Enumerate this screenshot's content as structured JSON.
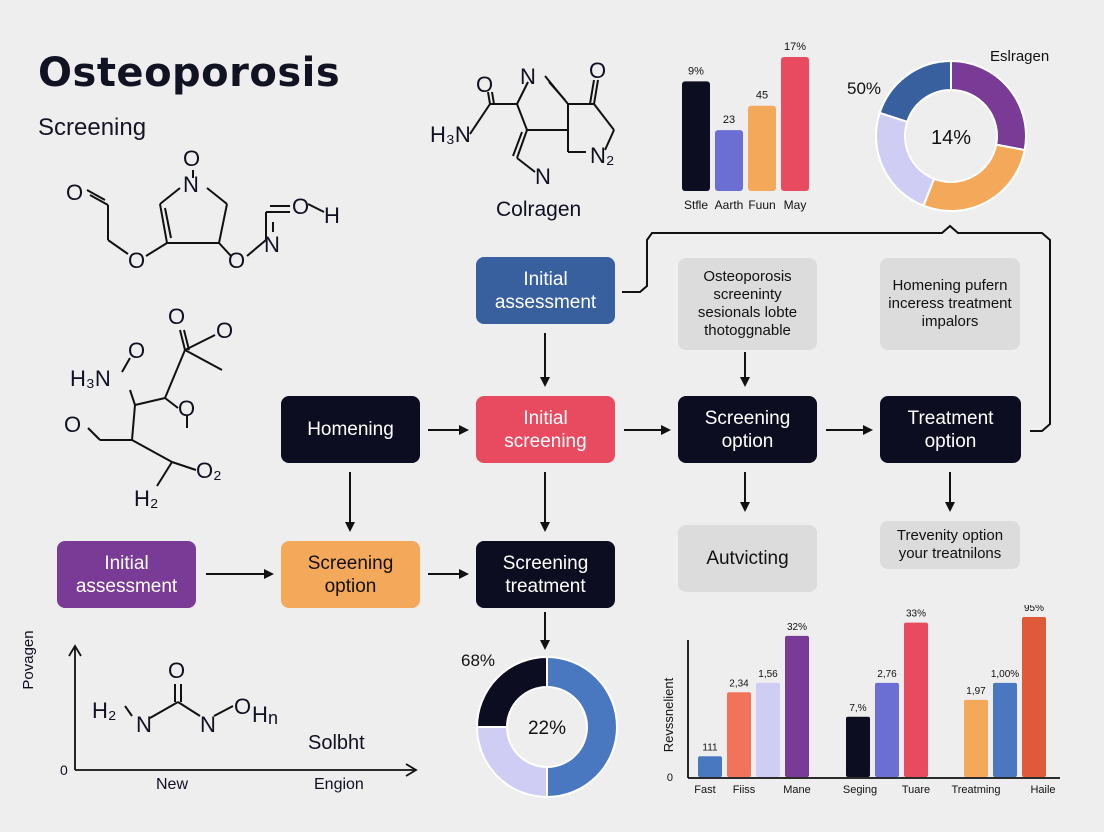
{
  "header": {
    "title": "Osteoporosis",
    "subtitle": "Screening"
  },
  "molecules": {
    "top_left": {
      "atoms": [
        "O",
        "N",
        "O",
        "O",
        "H",
        "O",
        "N"
      ]
    },
    "collagen": {
      "atoms": [
        "O",
        "N",
        "O",
        "H₃N",
        "N₂",
        "N"
      ],
      "label": "Colragen"
    },
    "middle_left": {
      "atoms": [
        "O",
        "O",
        "O",
        "H₃N",
        "O",
        "O",
        "O₂",
        "H₂"
      ]
    },
    "bottom_left": {
      "atoms": [
        "O",
        "H₂",
        "N",
        "N",
        "O",
        "H",
        "n"
      ],
      "label": "Solbht"
    }
  },
  "bottom_left_axis": {
    "ylabel": "Povagen",
    "zero": "0",
    "x_left": "New",
    "x_right": "Engion"
  },
  "flow": {
    "initial_assessment_top": "Initial assessment",
    "homening": "Homening",
    "initial_screening": "Initial screening",
    "screening_option_mid": "Screening option",
    "treatment_option": "Treatment option",
    "initial_assessment_bottom": "Initial assessment",
    "screening_option_bottom": "Screening option",
    "screening_treatment": "Screening treatment",
    "note_osteoporosis": "Osteoporosis screeninty sesionals lobte thotoggnable",
    "note_homening": "Homening pufern inceress treatment impalors",
    "autvicting": "Autvicting",
    "treveniy": "Trevenity option your treatnilons"
  },
  "colors": {
    "dark": "#0d0d22",
    "blue": "#39609e",
    "red": "#e84a60",
    "purple": "#7a3b96",
    "orange": "#f4a85a",
    "lavender": "#cfcdf4",
    "periwinkle": "#6b6fd3",
    "steel": "#4a78c0"
  },
  "chart_data": [
    {
      "type": "bar",
      "categories": [
        "Stfle",
        "Aarth",
        "Fuun",
        "May"
      ],
      "data_labels": [
        "9%",
        "23",
        "45",
        "17%"
      ],
      "values": [
        9,
        5,
        7,
        11
      ],
      "colors": [
        "#0d0d22",
        "#6b6fd3",
        "#f4a85a",
        "#e84a60"
      ]
    },
    {
      "type": "pie",
      "title": "Eslragen",
      "center_label": "14%",
      "outer_label": "50%",
      "values": [
        28,
        28,
        24,
        20
      ],
      "colors": [
        "#7a3b96",
        "#f4a85a",
        "#cfcdf4",
        "#39609e"
      ]
    },
    {
      "type": "pie",
      "center_label": "22%",
      "outer_label": "68%",
      "values": [
        50,
        25,
        25
      ],
      "colors": [
        "#4a78c0",
        "#cfcdf4",
        "#0d0d22"
      ]
    },
    {
      "type": "bar",
      "ylabel": "Revssnelient",
      "zero": "0",
      "groups": [
        {
          "name": "Fast",
          "name2": "Fiiss",
          "name3": "Mane",
          "labels": [
            "111",
            "2,34",
            "1,56",
            "32%"
          ],
          "values": [
            1.1,
            4.5,
            5.0,
            7.5
          ],
          "colors": [
            "#4a78c0",
            "#f0735a",
            "#cfcdf4",
            "#7a3b96"
          ]
        },
        {
          "name": "Seging",
          "name2": "Tuare",
          "labels": [
            "7,%",
            "2,76",
            "33%"
          ],
          "values": [
            3.2,
            5.0,
            8.2
          ],
          "colors": [
            "#0d0d22",
            "#6b6fd3",
            "#e84a60"
          ]
        },
        {
          "name": "Treatming",
          "name2": "Haile",
          "labels": [
            "1,97",
            "1,00%",
            "95%"
          ],
          "values": [
            4.1,
            5.0,
            8.5
          ],
          "colors": [
            "#f4a85a",
            "#4a78c0",
            "#e05a3a"
          ]
        }
      ]
    }
  ]
}
